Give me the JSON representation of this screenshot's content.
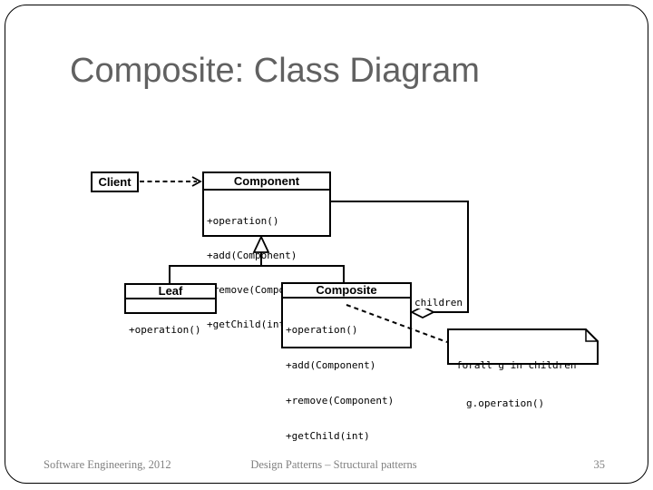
{
  "slide": {
    "title": "Composite: Class Diagram",
    "footer_left": "Software Engineering, 2012",
    "footer_center": "Design Patterns – Structural patterns",
    "page_number": "35"
  },
  "diagram": {
    "classes": {
      "client": {
        "name": "Client",
        "methods": []
      },
      "component": {
        "name": "Component",
        "methods": [
          "+operation()",
          "+add(Component)",
          "+remove(Component)",
          "+getChild(int)"
        ]
      },
      "leaf": {
        "name": "Leaf",
        "methods": [
          "+operation()"
        ]
      },
      "composite": {
        "name": "Composite",
        "methods": [
          "+operation()",
          "+add(Component)",
          "+remove(Component)",
          "+getChild(int)"
        ]
      }
    },
    "aggregation_role_label": "children",
    "note": {
      "line1": "forall g in children",
      "line2": "g.operation()"
    },
    "relationships": [
      {
        "type": "dependency",
        "from": "Client",
        "to": "Component",
        "style": "dashed-open-arrow"
      },
      {
        "type": "generalization",
        "parent": "Component",
        "subclasses": [
          "Leaf",
          "Composite"
        ]
      },
      {
        "type": "aggregation",
        "whole": "Composite",
        "part": "Component",
        "role": "children"
      },
      {
        "type": "note_link",
        "from": "Composite.+operation()",
        "to": "note"
      }
    ]
  },
  "colors": {
    "title_text": "#616161",
    "footer_text": "#808080",
    "diagram_line": "#000000",
    "background": "#ffffff"
  }
}
